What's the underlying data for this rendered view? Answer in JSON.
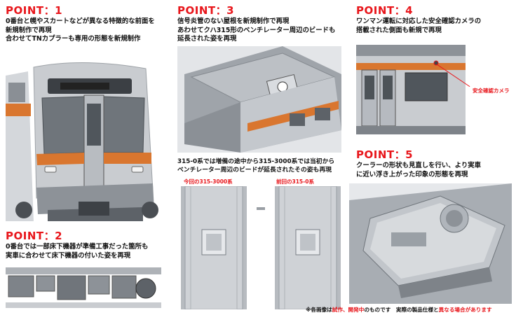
{
  "point1": {
    "title": "POINT：1",
    "lines": [
      "0番台と幌やスカートなどが異なる特徴的な前面を",
      "新規制作で再現",
      "合わせてTNカプラーも専用の形態を新規制作"
    ]
  },
  "point2": {
    "title": "POINT：2",
    "lines": [
      "0番台では一部床下機器が準備工事だった箇所も",
      "実車に合わせて床下機器の付いた姿を再現"
    ]
  },
  "point3": {
    "title": "POINT：3",
    "lines": [
      "信号炎管のない屋根を新規制作で再現",
      "あわせてクハ315形のベンチレーター周辺のビードも",
      "延長された姿を再現"
    ],
    "roof_lines": [
      "315-0系では増備の途中から315-3000系では当初から",
      "ベンチレーター周辺のビードが延長されたその姿も再現"
    ],
    "label_left": "今回の315-3000系",
    "label_right": "前回の315-0系"
  },
  "point4": {
    "title": "POINT：4",
    "lines": [
      "ワンマン運転に対応した安全確認カメラの",
      "搭載された側面も新規で再現"
    ],
    "camera_label": "安全確認カメラ"
  },
  "point5": {
    "title": "POINT：5",
    "lines": [
      "クーラーの形状も見直しを行い、より実車",
      "に近い浮き上がった印象の形態を再現"
    ]
  },
  "footer": {
    "part1": "※各画像は",
    "part2": "試作、開発中",
    "part3": "のものです　実際の製品仕様と",
    "part4": "異なる場合があります"
  },
  "colors": {
    "accent_red": "#e8161b",
    "train_orange": "#d9762f",
    "body_silver": "#c9ccd0"
  }
}
